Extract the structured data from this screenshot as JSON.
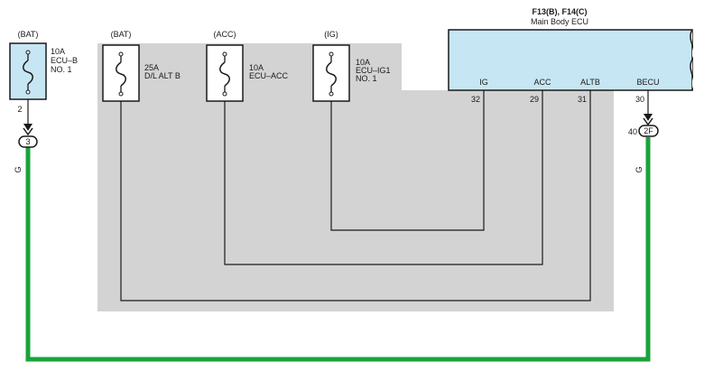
{
  "colors": {
    "background": "#ffffff",
    "shaded_area": "#d3d3d3",
    "fuse_fill_sky": "#c7e6f3",
    "ecu_fill": "#c7e6f3",
    "wire_black": "#1a1a1a",
    "wire_green": "#1aa23a"
  },
  "ecu": {
    "connector": "F13(B), F14(C)",
    "name": "Main Body ECU",
    "terminals": [
      {
        "name": "IG",
        "pin": "32"
      },
      {
        "name": "ACC",
        "pin": "29"
      },
      {
        "name": "ALTB",
        "pin": "31"
      },
      {
        "name": "BECU",
        "pin": "30"
      }
    ]
  },
  "fuses": [
    {
      "source": "(BAT)",
      "amp": "10A",
      "line1": "ECU–B",
      "line2": "NO. 1",
      "icon": "fuse-icon"
    },
    {
      "source": "(BAT)",
      "amp": "25A",
      "line1": "D/L ALT B",
      "line2": "",
      "icon": "fuse-icon"
    },
    {
      "source": "(ACC)",
      "amp": "10A",
      "line1": "ECU–ACC",
      "line2": "",
      "icon": "fuse-icon"
    },
    {
      "source": "(IG)",
      "amp": "10A",
      "line1": "ECU–IG1",
      "line2": "NO. 1",
      "icon": "fuse-icon"
    }
  ],
  "left_branch": {
    "fuse_pin": "2",
    "junction": "3",
    "wire_color": "G"
  },
  "right_branch": {
    "connector_pin": "40",
    "junction": "2F",
    "wire_color": "G"
  }
}
